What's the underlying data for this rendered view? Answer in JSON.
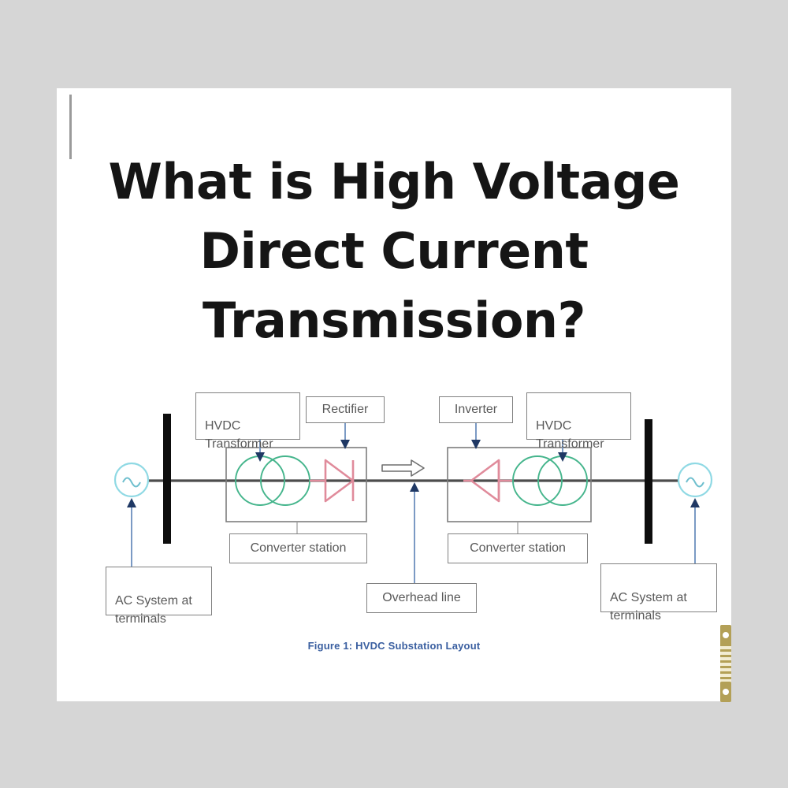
{
  "page": {
    "background_color": "#d6d6d6",
    "sheet_color": "#ffffff"
  },
  "title": {
    "text": "What is High Voltage\nDirect Current\nTransmission?",
    "color": "#151515"
  },
  "caption": {
    "text": "Figure 1:   HVDC Substation Layout",
    "color": "#3a5fa0"
  },
  "diagram": {
    "name": "HVDC Substation Layout",
    "colors": {
      "busbar": "#0d0d0d",
      "conductor": "#4d4d4d",
      "transformer": "#45b58c",
      "valve": "#e08b9b",
      "ac_source": "#7fd4e0",
      "callout_border": "#808080",
      "callout_text": "#595959",
      "pointer": "#7b9ac4",
      "pointer_head": "#1f3864",
      "flow_arrow": "#6e6e6e"
    },
    "callouts": [
      {
        "id": "hvdc-transformer-left",
        "label": "HVDC\nTransformer"
      },
      {
        "id": "rectifier",
        "label": "Rectifier"
      },
      {
        "id": "inverter",
        "label": "Inverter"
      },
      {
        "id": "hvdc-transformer-right",
        "label": "HVDC\nTransformer"
      },
      {
        "id": "converter-station-left",
        "label": "Converter station"
      },
      {
        "id": "converter-station-right",
        "label": "Converter station"
      },
      {
        "id": "ac-system-left",
        "label": "AC System at\nterminals"
      },
      {
        "id": "ac-system-right",
        "label": "AC System at\nterminals"
      },
      {
        "id": "overhead-line",
        "label": "Overhead line"
      }
    ],
    "symbols": [
      {
        "id": "ac-source-left",
        "type": "ac-voltage-source"
      },
      {
        "id": "busbar-left",
        "type": "busbar"
      },
      {
        "id": "transformer-left",
        "type": "two-winding-transformer"
      },
      {
        "id": "valve-rectifier",
        "type": "thyristor-valve",
        "direction": "right"
      },
      {
        "id": "dc-overhead-line",
        "type": "dc-line"
      },
      {
        "id": "power-flow-arrow",
        "type": "block-arrow",
        "direction": "right"
      },
      {
        "id": "valve-inverter",
        "type": "thyristor-valve",
        "direction": "left"
      },
      {
        "id": "transformer-right",
        "type": "two-winding-transformer"
      },
      {
        "id": "busbar-right",
        "type": "busbar"
      },
      {
        "id": "ac-source-right",
        "type": "ac-voltage-source"
      }
    ]
  },
  "hinge": {
    "id": "binder-hinge",
    "color": "#b3a057"
  }
}
